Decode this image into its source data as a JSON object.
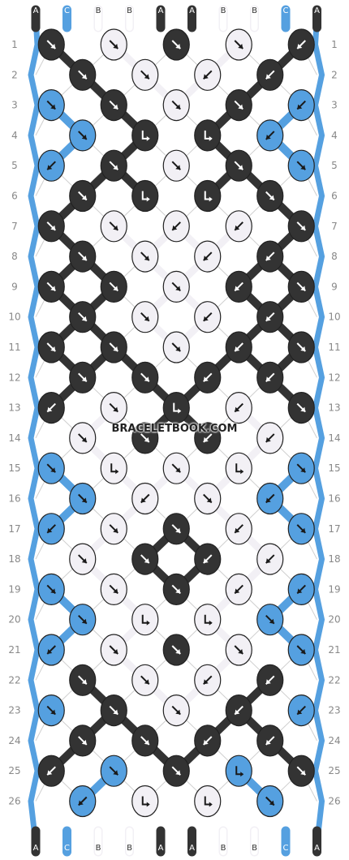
{
  "watermark": "BRACELETBOOK.COM",
  "strand_labels": [
    "A",
    "C",
    "B",
    "B",
    "A",
    "A",
    "B",
    "B",
    "C",
    "A"
  ],
  "colors": {
    "A": "#333333",
    "B": "#f2f0f5",
    "C": "#55a0e0"
  },
  "rows": [
    [
      "A",
      "B",
      "A",
      "B",
      "A"
    ],
    [
      "A",
      "B",
      "B",
      "A"
    ],
    [
      "C",
      "A",
      "B",
      "A",
      "C"
    ],
    [
      "C",
      "A",
      "A",
      "C"
    ],
    [
      "C",
      "A",
      "B",
      "A",
      "C"
    ],
    [
      "A",
      "A",
      "A",
      "A"
    ],
    [
      "A",
      "B",
      "B",
      "B",
      "A"
    ],
    [
      "A",
      "B",
      "B",
      "A"
    ],
    [
      "A",
      "A",
      "B",
      "A",
      "A"
    ],
    [
      "A",
      "B",
      "B",
      "A"
    ],
    [
      "A",
      "A",
      "B",
      "A",
      "A"
    ],
    [
      "A",
      "A",
      "A",
      "A"
    ],
    [
      "A",
      "B",
      "A",
      "B",
      "A"
    ],
    [
      "B",
      "A",
      "A",
      "B"
    ],
    [
      "C",
      "B",
      "B",
      "B",
      "C"
    ],
    [
      "C",
      "B",
      "B",
      "C"
    ],
    [
      "C",
      "B",
      "A",
      "B",
      "C"
    ],
    [
      "B",
      "A",
      "A",
      "B"
    ],
    [
      "C",
      "B",
      "A",
      "B",
      "C"
    ],
    [
      "C",
      "B",
      "B",
      "C"
    ],
    [
      "C",
      "B",
      "A",
      "B",
      "C"
    ],
    [
      "A",
      "B",
      "B",
      "A"
    ],
    [
      "C",
      "A",
      "B",
      "A",
      "C"
    ],
    [
      "A",
      "A",
      "A",
      "A"
    ],
    [
      "A",
      "C",
      "A",
      "C",
      "A"
    ],
    [
      "C",
      "B",
      "B",
      "C"
    ]
  ],
  "arrows": [
    [
      "se",
      "se",
      "se",
      "se",
      "sw"
    ],
    [
      "se",
      "se",
      "sw",
      "sw"
    ],
    [
      "se",
      "se",
      "se",
      "se",
      "sw"
    ],
    [
      "se",
      "bs",
      "bs",
      "sw"
    ],
    [
      "sw",
      "se",
      "se",
      "se",
      "se"
    ],
    [
      "se",
      "bs",
      "bs",
      "se"
    ],
    [
      "se",
      "se",
      "sw",
      "sw",
      "se"
    ],
    [
      "se",
      "se",
      "sw",
      "sw"
    ],
    [
      "se",
      "se",
      "se",
      "sw",
      "se"
    ],
    [
      "se",
      "se",
      "sw",
      "sw"
    ],
    [
      "se",
      "se",
      "se",
      "sw",
      "se"
    ],
    [
      "se",
      "se",
      "sw",
      "sw"
    ],
    [
      "sw",
      "se",
      "bs",
      "sw",
      "se"
    ],
    [
      "se",
      "se",
      "sw",
      "sw"
    ],
    [
      "se",
      "bs",
      "se",
      "bs",
      "se"
    ],
    [
      "se",
      "sw",
      "se",
      "sw"
    ],
    [
      "sw",
      "se",
      "se",
      "sw",
      "se"
    ],
    [
      "se",
      "se",
      "sw",
      "sw"
    ],
    [
      "se",
      "se",
      "se",
      "sw",
      "sw"
    ],
    [
      "se",
      "bs",
      "bs",
      "se"
    ],
    [
      "sw",
      "se",
      "se",
      "se",
      "se"
    ],
    [
      "se",
      "se",
      "sw",
      "sw"
    ],
    [
      "se",
      "se",
      "se",
      "sw",
      "sw"
    ],
    [
      "se",
      "se",
      "sw",
      "sw"
    ],
    [
      "sw",
      "se",
      "se",
      "bs",
      "se"
    ],
    [
      "sw",
      "bs",
      "bs",
      "se"
    ]
  ]
}
